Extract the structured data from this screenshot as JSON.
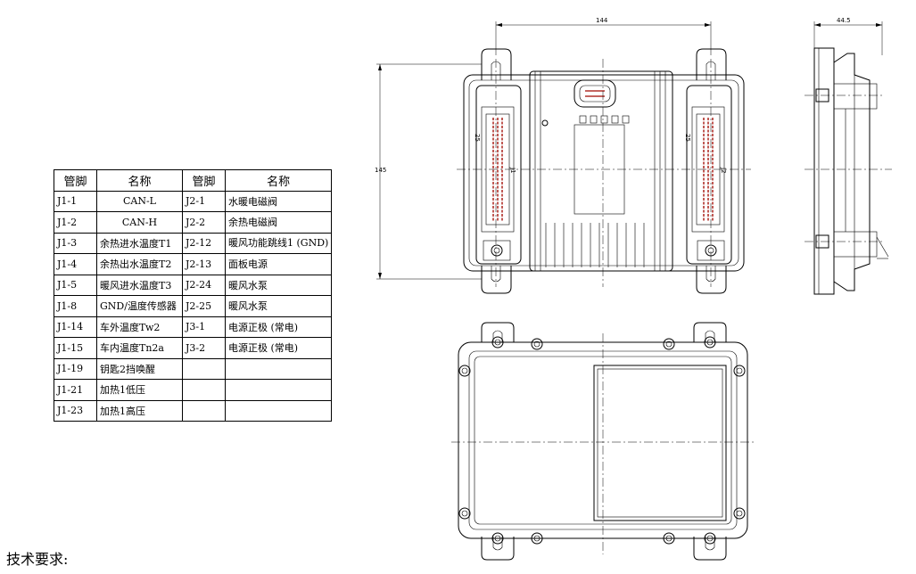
{
  "table": {
    "headers": [
      "管脚",
      "名称",
      "管脚",
      "名称"
    ],
    "rows": [
      {
        "pin1": "J1-1",
        "name1": "CAN-L",
        "pin2": "J2-1",
        "name2": "水暖电磁阀"
      },
      {
        "pin1": "J1-2",
        "name1": "CAN-H",
        "pin2": "J2-2",
        "name2": "余热电磁阀"
      },
      {
        "pin1": "J1-3",
        "name1": "余热进水温度T1",
        "pin2": "J2-12",
        "name2": "暖风功能跳线1 (GND)"
      },
      {
        "pin1": "J1-4",
        "name1": "余热出水温度T2",
        "pin2": "J2-13",
        "name2": "面板电源"
      },
      {
        "pin1": "J1-5",
        "name1": "暖风进水温度T3",
        "pin2": "J2-24",
        "name2": "暖风水泵"
      },
      {
        "pin1": "J1-8",
        "name1": "GND/温度传感器",
        "pin2": "J2-25",
        "name2": "暖风水泵"
      },
      {
        "pin1": "J1-14",
        "name1": "车外温度Tw2",
        "pin2": "J3-1",
        "name2": "电源正极 (常电)"
      },
      {
        "pin1": "J1-15",
        "name1": "车内温度Tn2a",
        "pin2": "J3-2",
        "name2": "电源正极 (常电)"
      },
      {
        "pin1": "J1-19",
        "name1": "钥匙2挡唤醒",
        "pin2": "",
        "name2": ""
      },
      {
        "pin1": "J1-21",
        "name1": "加热1低压",
        "pin2": "",
        "name2": ""
      },
      {
        "pin1": "J1-23",
        "name1": "加热1高压",
        "pin2": "",
        "name2": ""
      }
    ]
  },
  "drawing": {
    "dim_width": "144",
    "dim_height": "145",
    "dim_depth": "44.5",
    "connector_j1": "J1",
    "connector_j2": "J2",
    "pin_25_left": "25",
    "pin_25_right": "25"
  },
  "tech_requirements_label": "技术要求:"
}
